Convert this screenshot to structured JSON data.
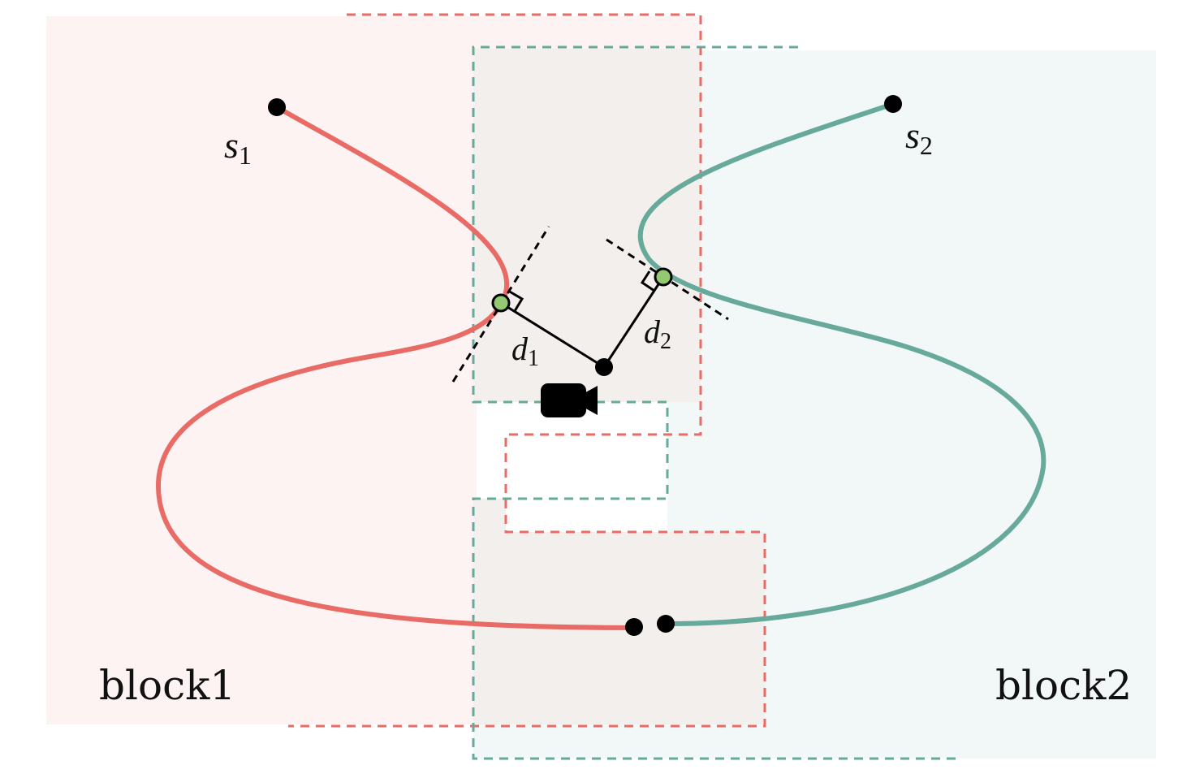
{
  "diagram": {
    "colors": {
      "block1_fill": "#fdf3f3",
      "block2_fill": "#f2f8f7",
      "overlap_fill": "#f2efec",
      "red": "#e96b66",
      "teal": "#67aa9b",
      "green_point": "#93c971",
      "black": "#000000"
    },
    "labels": {
      "block1": "block1",
      "block2": "block2",
      "s1": {
        "base": "s",
        "sub": "1"
      },
      "s2": {
        "base": "s",
        "sub": "2"
      },
      "d1": {
        "base": "d",
        "sub": "1"
      },
      "d2": {
        "base": "d",
        "sub": "2"
      }
    },
    "icons": {
      "camera": "video-camera-icon"
    }
  }
}
